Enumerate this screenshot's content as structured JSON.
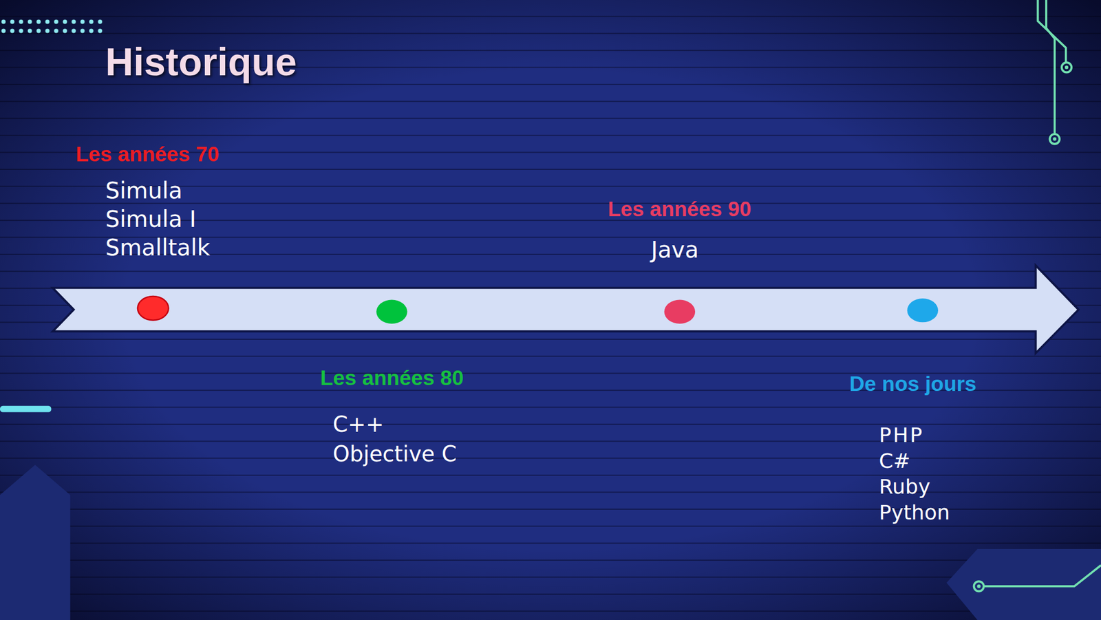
{
  "diagram": {
    "title": "Historique",
    "labels": [
      "Les années 70",
      "Simula",
      "Simula I",
      "Smalltalk",
      "Les années 90",
      "Java",
      "Les années 80",
      "C++",
      "Objective C",
      "De nos jours",
      "PHP",
      "C#",
      "Ruby",
      "Python"
    ]
  }
}
